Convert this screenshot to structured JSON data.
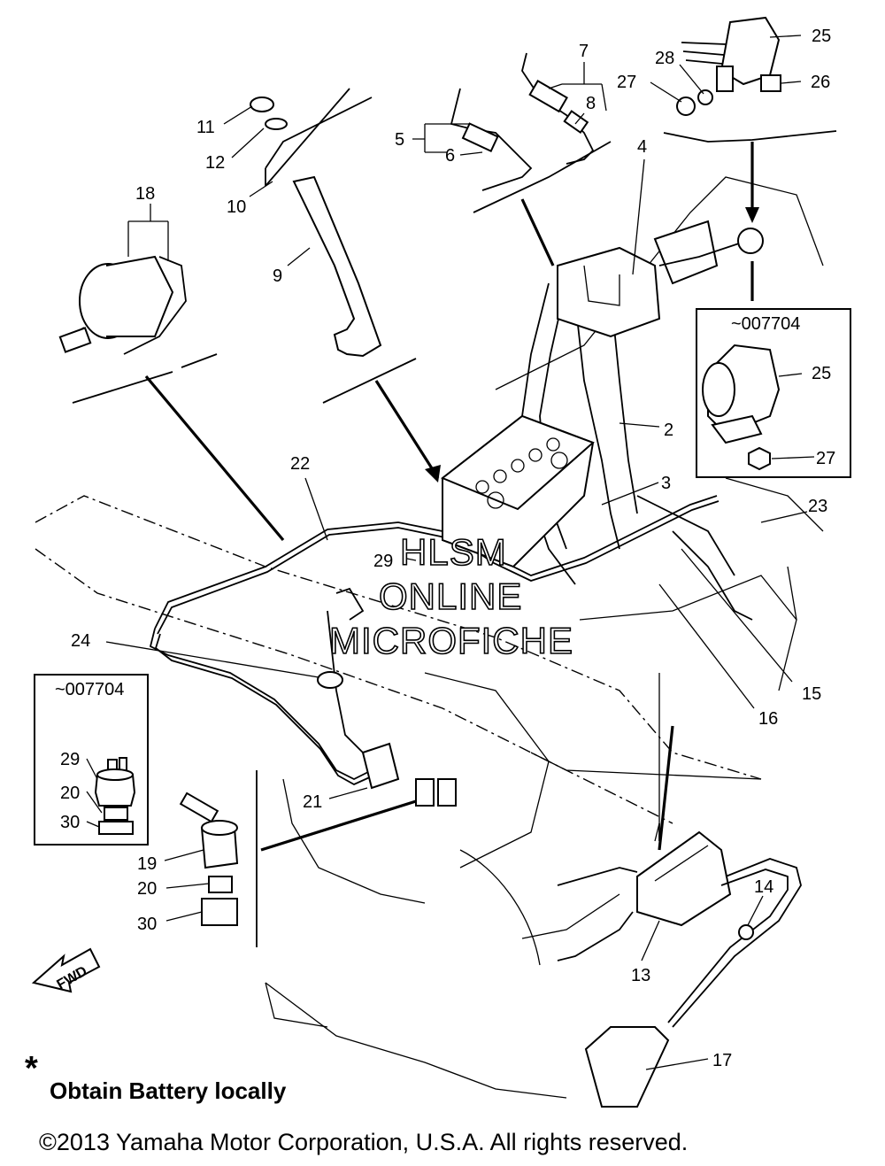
{
  "callouts": {
    "c2": "2",
    "c3": "3",
    "c4": "4",
    "c5": "5",
    "c6": "6",
    "c7": "7",
    "c8": "8",
    "c9": "9",
    "c10": "10",
    "c11": "11",
    "c12": "12",
    "c13": "13",
    "c14": "14",
    "c15": "15",
    "c16": "16",
    "c17": "17",
    "c18": "18",
    "c19": "19",
    "c20": "20",
    "c21": "21",
    "c22": "22",
    "c23": "23",
    "c24": "24",
    "c25": "25",
    "c26": "26",
    "c27": "27",
    "c28": "28",
    "c29": "29",
    "c30": "30"
  },
  "inset_right": {
    "serial": "~007704",
    "c25": "25",
    "c27": "27"
  },
  "inset_left": {
    "serial": "~007704",
    "c29": "29",
    "c20": "20",
    "c30": "30"
  },
  "watermark": {
    "line1": "HLSM",
    "line2": "ONLINE",
    "line3": "MICROFICHE"
  },
  "fwd_label": "FWD",
  "note": {
    "asterisk": "*",
    "text": "Obtain Battery locally"
  },
  "copyright": "©2013 Yamaha Motor Corporation, U.S.A. All rights reserved."
}
